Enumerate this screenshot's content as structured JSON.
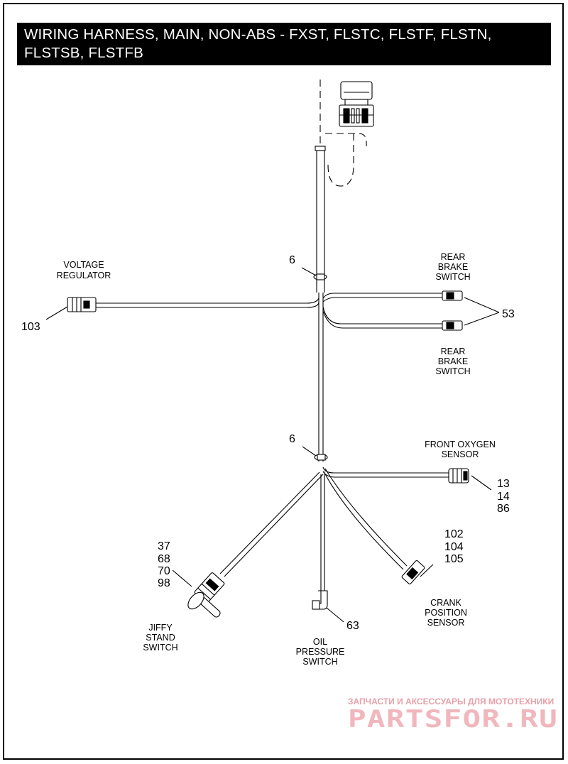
{
  "header": {
    "title": "WIRING HARNESS, MAIN, NON-ABS - FXST, FLSTC, FLSTF, FLSTN, FLSTSB, FLSTFB"
  },
  "labels": {
    "voltage_regulator": [
      "VOLTAGE",
      "REGULATOR"
    ],
    "rear_brake_switch_top": [
      "REAR",
      "BRAKE",
      "SWITCH"
    ],
    "rear_brake_switch_bottom": [
      "REAR",
      "BRAKE",
      "SWITCH"
    ],
    "front_oxygen_sensor": [
      "FRONT OXYGEN",
      "SENSOR"
    ],
    "crank_position_sensor": [
      "CRANK",
      "POSITION",
      "SENSOR"
    ],
    "oil_pressure_switch": [
      "OIL",
      "PRESSURE",
      "SWITCH"
    ],
    "jiffy_stand_switch": [
      "JIFFY",
      "STAND",
      "SWITCH"
    ]
  },
  "callouts": {
    "clip_upper": "6",
    "clip_lower": "6",
    "voltage_regulator": "103",
    "rear_brake_switch": "53",
    "front_oxygen_sensor": [
      "13",
      "14",
      "86"
    ],
    "crank_position_sensor": [
      "102",
      "104",
      "105"
    ],
    "oil_pressure_switch": "63",
    "jiffy_stand_switch": [
      "37",
      "68",
      "70",
      "98"
    ]
  },
  "watermark": {
    "tagline": "ЗАПЧАСТИ И АКСЕССУАРЫ ДЛЯ МОТОТЕХНИКИ",
    "logo": "PARTSFOR.RU"
  },
  "colors": {
    "line": "#000000",
    "background": "#ffffff",
    "header_bg": "#000000",
    "header_text": "#ffffff",
    "watermark": "#f0b7bd"
  }
}
